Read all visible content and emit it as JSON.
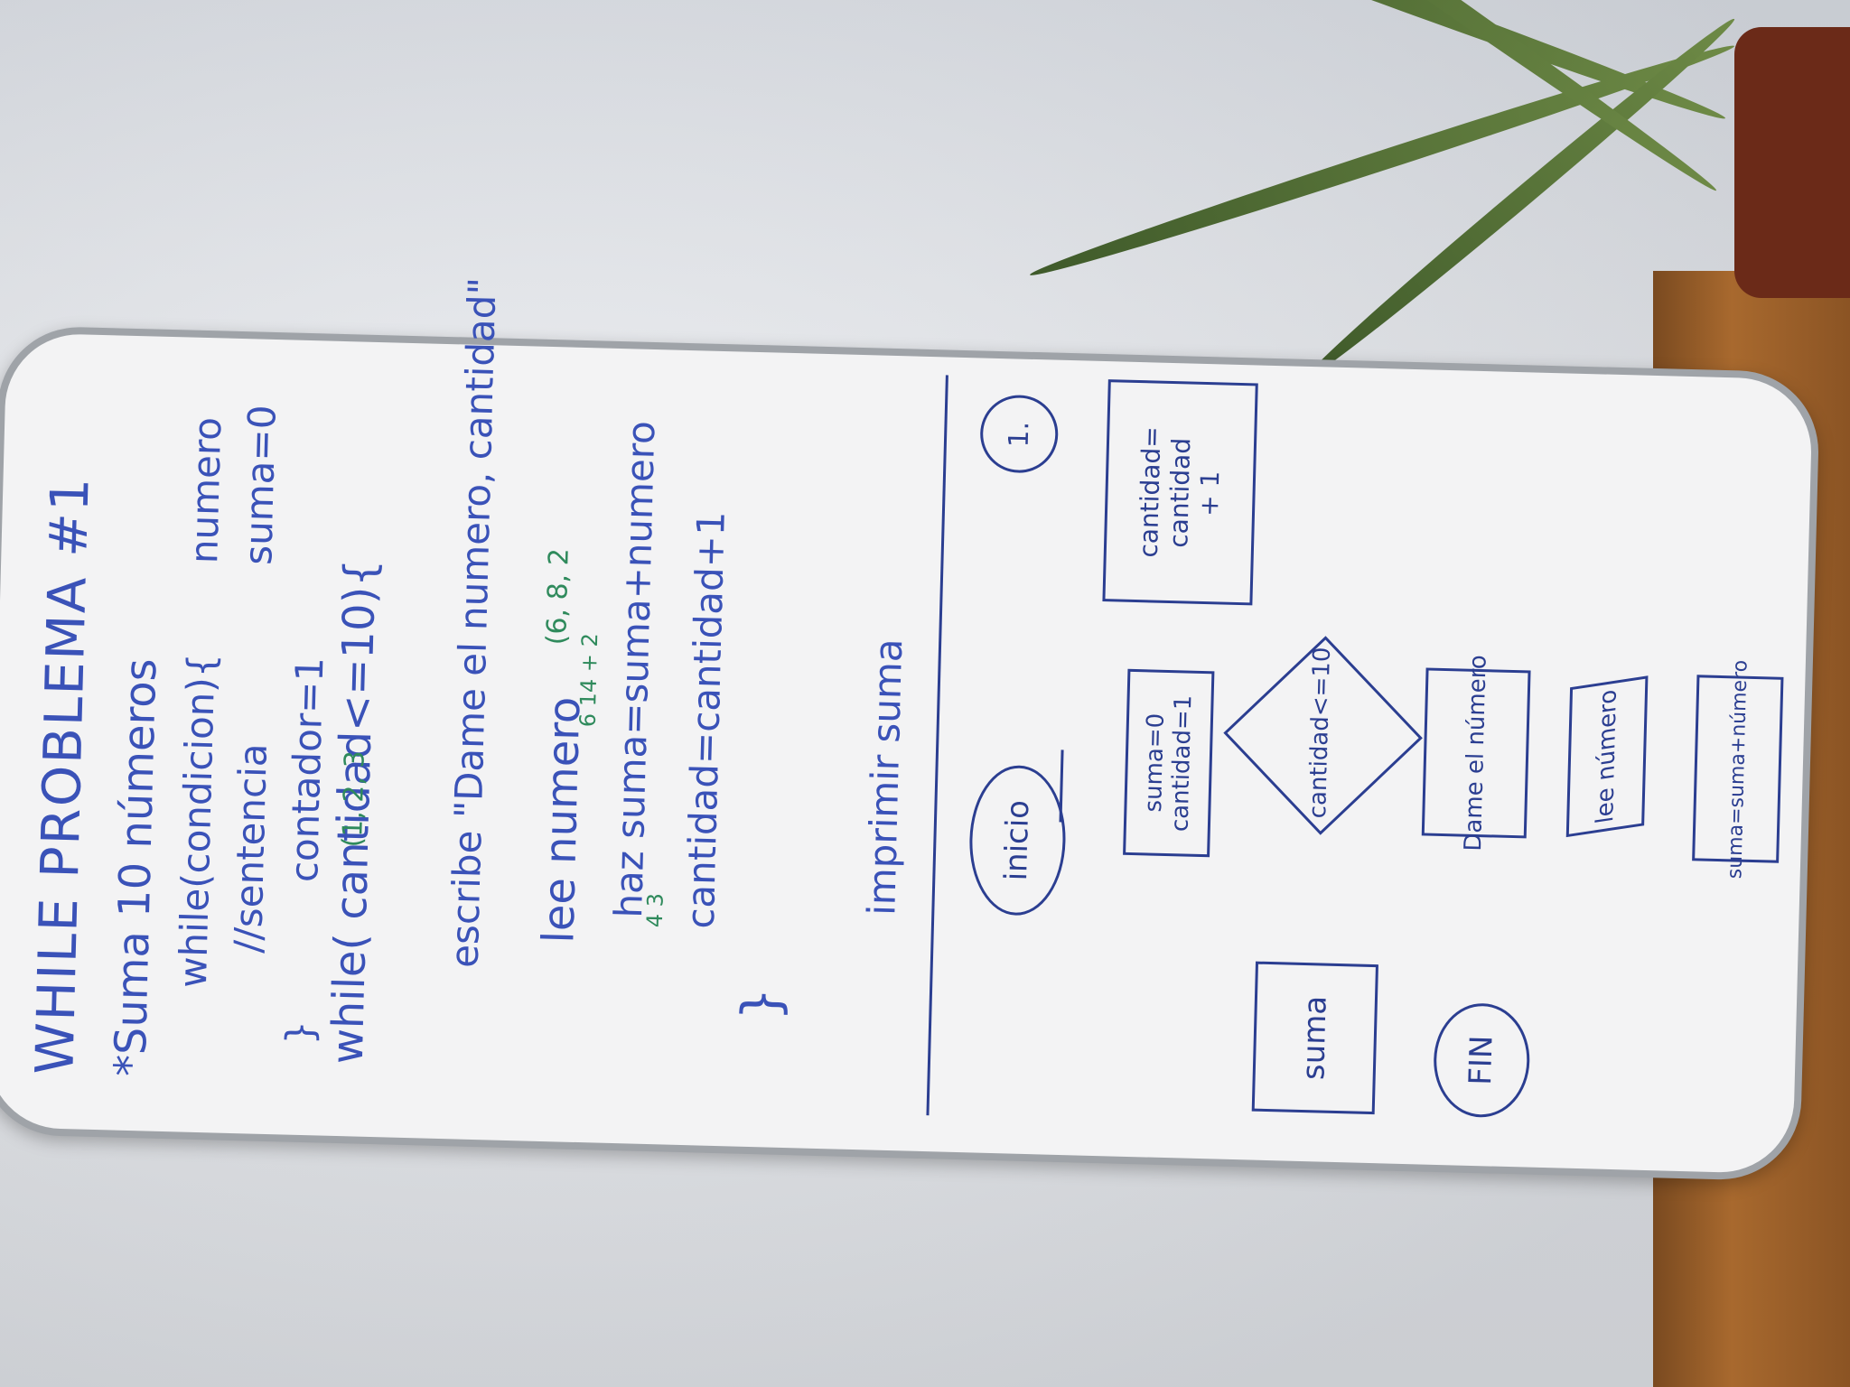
{
  "board_code": {
    "title": "WHILE PROBLEMA #1",
    "subtitle": "*Suma 10 números",
    "line_while_generic": "while(condicion){",
    "line_sentencia": "//sentencia",
    "line_close_1": "}",
    "note_numero": "numero",
    "note_suma0": "suma=0",
    "line_contador": "contador=1",
    "line_while": "while( cantidad<=10){",
    "counter_marks": "(1, 2, 3",
    "line_escribe": "escribe \"Dame el numero, cantidad\"",
    "line_lee": "lee   numero",
    "lee_annotations": "(6, 8, 2",
    "line_haz": "haz suma=suma+numero",
    "haz_annotations": "6   14 + 2",
    "line_cantidad": "cantidad=cantidad+1",
    "cantidad_annotations": "4   3",
    "line_close_2": "}",
    "line_imprimir": "imprimir suma"
  },
  "flowchart": {
    "inicio": "inicio",
    "init_box_line1": "suma=0",
    "init_box_line2": "cantidad=1",
    "decision": "cantidad<=10",
    "dame": "Dame el número",
    "lee": "lee número",
    "suma_out": "suma=suma+número",
    "connector": "1.",
    "cantidad_box_line1": "cantidad=",
    "cantidad_box_line2": "cantidad",
    "cantidad_box_line3": "+ 1",
    "output_suma": "suma",
    "fin": "FIN"
  }
}
